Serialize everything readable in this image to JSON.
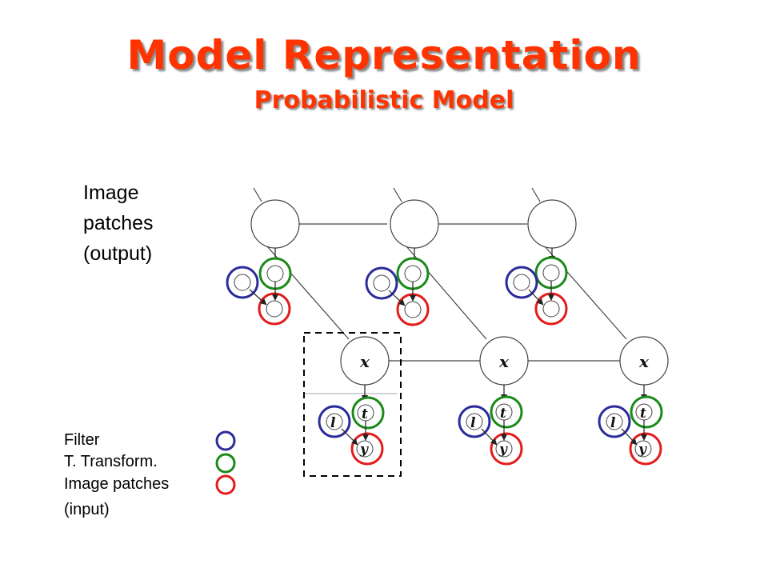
{
  "title": "Model Representation",
  "subtitle": "Probabilistic Model",
  "output_label": {
    "line1": "Image",
    "line2": "patches",
    "line3": "(output)"
  },
  "legend": {
    "filter": {
      "label": "Filter",
      "color": "#2b2b9b"
    },
    "transform": {
      "label": "T. Transform.",
      "color": "#1a8a1a"
    },
    "patches": {
      "label": "Image patches",
      "sub": "(input)",
      "color": "#e31b1b"
    }
  },
  "node_letters": {
    "x": "x",
    "t": "t",
    "l": "l",
    "y": "y"
  }
}
